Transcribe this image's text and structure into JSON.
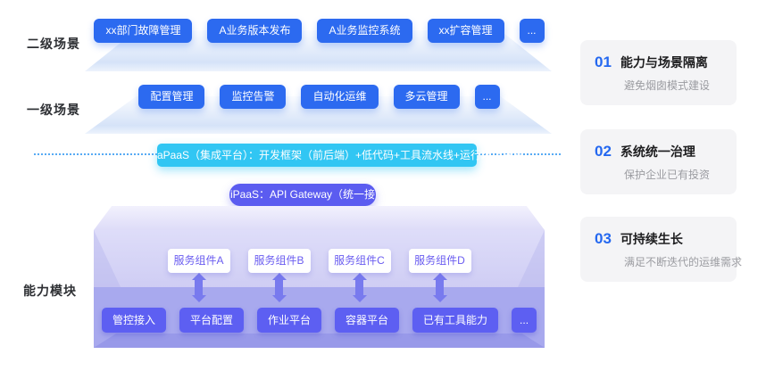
{
  "labels": {
    "tier2": "二级场景",
    "tier1": "一级场景",
    "capability": "能力模块"
  },
  "tier2_buttons": [
    "xx部门故障管理",
    "A业务版本发布",
    "A业务监控系统",
    "xx扩容管理",
    "..."
  ],
  "tier1_buttons": [
    "配置管理",
    "监控告警",
    "自动化运维",
    "多云管理",
    "..."
  ],
  "apaas": {
    "label": "aPaaS（集成平台）：开发框架（前后端）+低代码+工具流水线+运行环境托管"
  },
  "ipaas": {
    "label": "iPaaS：API Gateway（统一接入）"
  },
  "services": [
    "服务组件A",
    "服务组件B",
    "服务组件C",
    "服务组件D"
  ],
  "capabilities": [
    "管控接入",
    "平台配置",
    "作业平台",
    "容器平台",
    "已有工具能力",
    "..."
  ],
  "benefits": [
    {
      "number": "01",
      "title": "能力与场景隔离",
      "subtitle": "避免烟囱模式建设"
    },
    {
      "number": "02",
      "title": "系统统一治理",
      "subtitle": "保护企业已有投资"
    },
    {
      "number": "03",
      "title": "可持续生长",
      "subtitle": "满足不断迭代的运维需求"
    }
  ],
  "colors": {
    "primary_blue": "#2c6af0",
    "cyan": "#31c6f3",
    "purple": "#5b5cf0",
    "band_purple": "#a8a9ee",
    "service_text_purple": "#6a5cf0"
  }
}
